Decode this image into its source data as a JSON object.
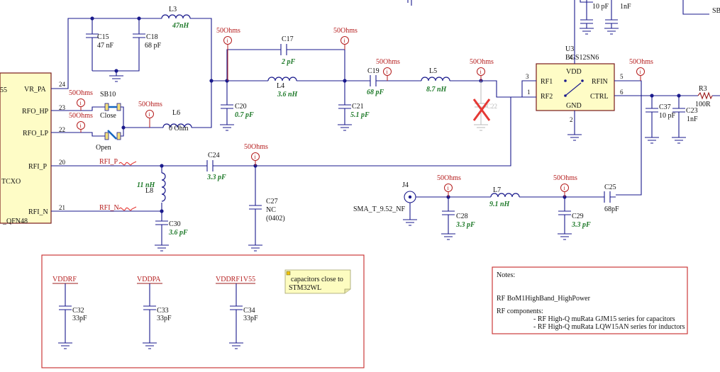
{
  "ic_main": {
    "pin_labels": [
      "VR_PA",
      "RFO_HP",
      "RFO_LP",
      "RFI_P",
      "RFI_N"
    ],
    "pin_numbers": [
      "24",
      "23",
      "22",
      "20",
      "21"
    ],
    "fragment_top": "55",
    "fragment_mid": "TCXO",
    "fragment_bot": "_QFN48"
  },
  "switch": {
    "ref": "U3",
    "part": "BGS12SN6",
    "pins": [
      "VDD",
      "RF1",
      "RF2",
      "RFIN",
      "CTRL",
      "GND"
    ],
    "pin_numbers": [
      "4",
      "3",
      "1",
      "5",
      "6",
      "2"
    ]
  },
  "impedance_label": "50Ohms",
  "components": {
    "c15": {
      "ref": "C15",
      "val": "47 nF"
    },
    "c18": {
      "ref": "C18",
      "val": "68 pF"
    },
    "l3": {
      "ref": "L3",
      "val": "47nH"
    },
    "l6": {
      "ref": "L6",
      "val": "0 Ohm"
    },
    "sb10": {
      "ref": "SB10",
      "close": "Close",
      "open": "Open"
    },
    "c20": {
      "ref": "C20",
      "val": "0.7 pF"
    },
    "c17": {
      "ref": "C17",
      "val": "2 pF"
    },
    "l4": {
      "ref": "L4",
      "val": "3.6 nH"
    },
    "c21": {
      "ref": "C21",
      "val": "5.1 pF"
    },
    "c19": {
      "ref": "C19",
      "val": "68 pF"
    },
    "l5": {
      "ref": "L5",
      "val": "8.7 nH"
    },
    "c22": {
      "ref": "C22"
    },
    "c24": {
      "ref": "C24",
      "val": "3.3 pF"
    },
    "l8": {
      "ref": "L8",
      "val": "11 nH"
    },
    "c30": {
      "ref": "C30",
      "val": "3.6 pF"
    },
    "c27": {
      "ref": "C27",
      "val": "NC",
      "note": "(0402)"
    },
    "j4": {
      "ref": "J4",
      "val": "SMA_T_9.52_NF"
    },
    "c28": {
      "ref": "C28",
      "val": "3.3 pF"
    },
    "l7": {
      "ref": "L7",
      "val": "9.1 nH"
    },
    "c29": {
      "ref": "C29",
      "val": "3.3 pF"
    },
    "c25": {
      "ref": "C25",
      "val": "68pF"
    },
    "c37": {
      "ref": "C37",
      "val": "10 pF"
    },
    "c23": {
      "ref": "C23",
      "val": "1nF"
    },
    "r3": {
      "ref": "R3",
      "val": "100R"
    },
    "top_right_c1": "10 pF",
    "top_right_c2": "1nF",
    "c32": {
      "ref": "C32",
      "val": "33pF"
    },
    "c33": {
      "ref": "C33",
      "val": "33pF"
    },
    "c34": {
      "ref": "C34",
      "val": "33pF"
    }
  },
  "nets": {
    "rfi_p": "RFI_P",
    "rfi_n": "RFI_N",
    "vddrf": "VDDRF",
    "vddpa": "VDDPA",
    "vddrf1v55": "VDDRF1V55",
    "top_right_cut": "SB"
  },
  "decoupling_note": {
    "line1": "capacitors close to",
    "line2": "STM32WL"
  },
  "notes": {
    "title": "Notes:",
    "bom": "RF BoM1HighBand_HighPower",
    "components_heading": "RF components:",
    "item1": "- RF High-Q muRata GJM15 series for capacitors",
    "item2": "- RF High-Q muRata LQW15AN series for inductors"
  },
  "colors": {
    "wire": "#1a1a8c",
    "chip_fill": "#fefcc6",
    "annotation_red": "#b51d1d",
    "value_green": "#1f7a2a"
  }
}
